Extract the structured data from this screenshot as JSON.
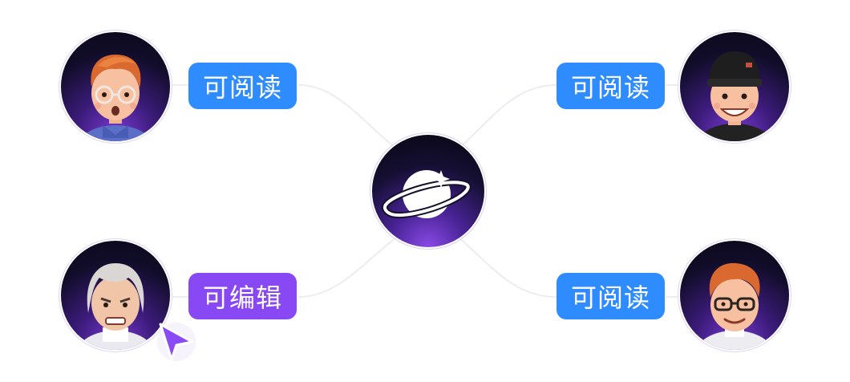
{
  "nodes": [
    {
      "id": "top-left",
      "permission": "可阅读",
      "color": "#2f8cff"
    },
    {
      "id": "top-right",
      "permission": "可阅读",
      "color": "#2f8cff"
    },
    {
      "id": "bottom-left",
      "permission": "可编辑",
      "color": "#8848f4"
    },
    {
      "id": "bottom-right",
      "permission": "可阅读",
      "color": "#2f8cff"
    }
  ],
  "hub": {
    "icon": "planet-icon"
  },
  "colors": {
    "read": "#2f8cff",
    "edit": "#8848f4",
    "cursor": "#8a4af6"
  }
}
